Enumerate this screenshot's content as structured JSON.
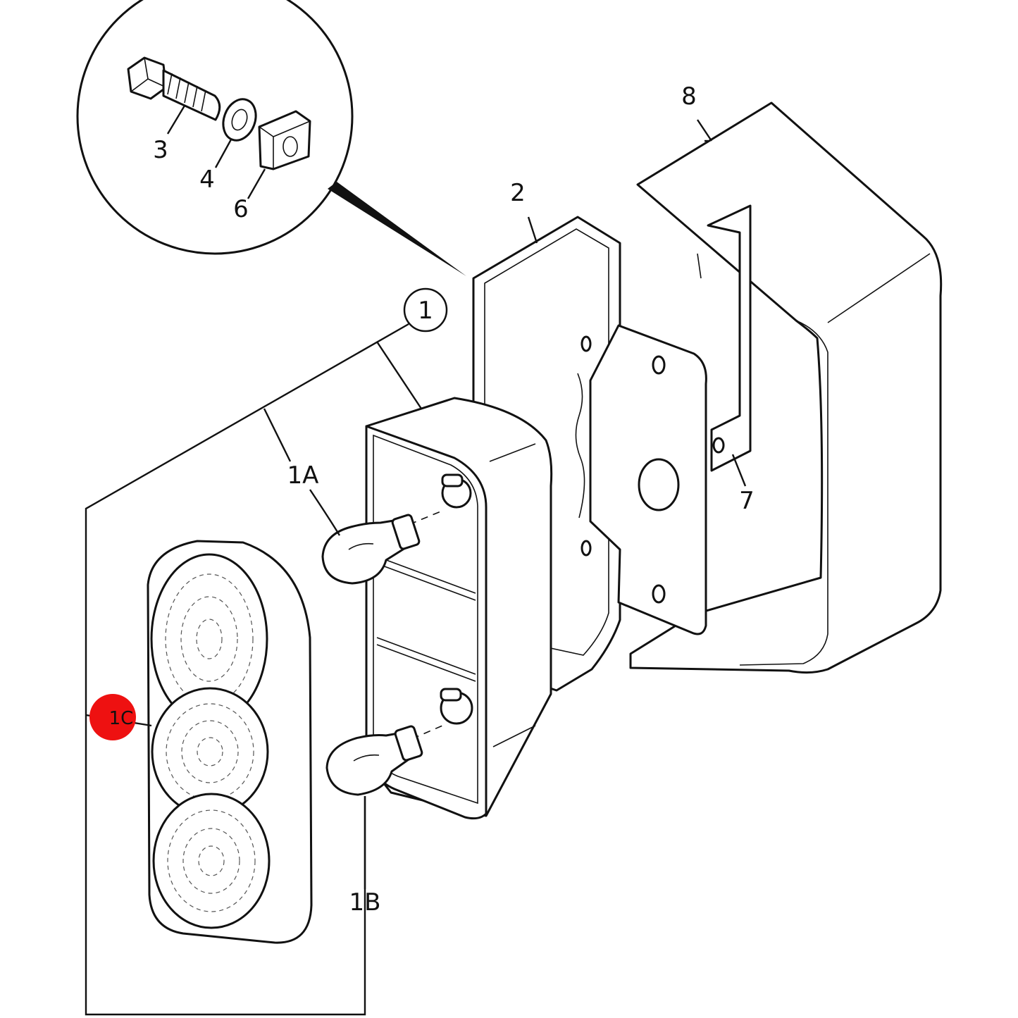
{
  "labels": {
    "callout_1": "1",
    "label_1a": "1A",
    "label_1b": "1B",
    "label_1c": "1C",
    "label_2": "2",
    "label_3": "3",
    "label_4": "4",
    "label_6": "6",
    "label_7": "7",
    "label_8": "8"
  },
  "colors": {
    "highlight": "#ee1111",
    "line": "#111111",
    "background": "#ffffff"
  }
}
